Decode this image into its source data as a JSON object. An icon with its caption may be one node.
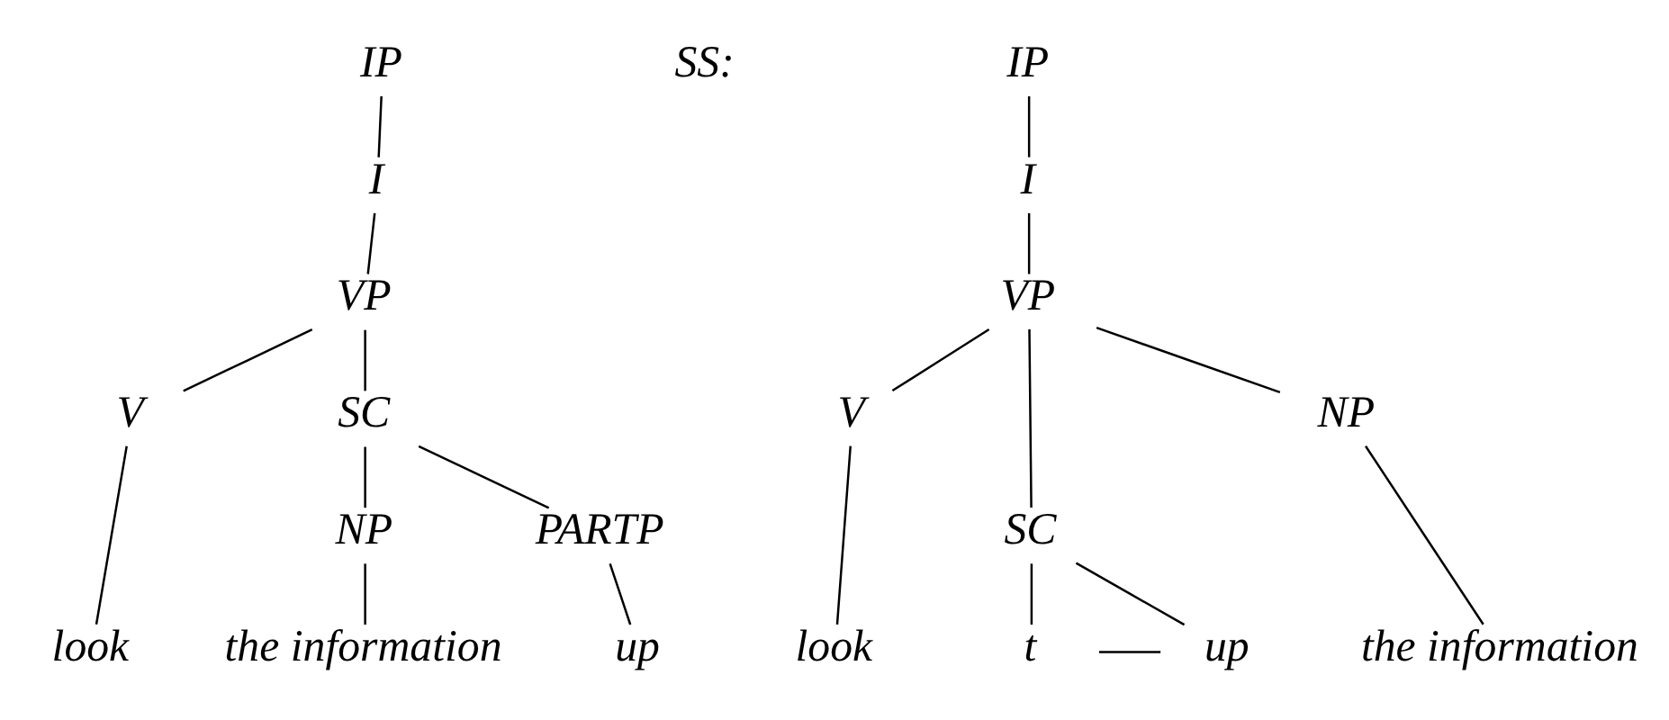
{
  "diagram": {
    "nodes": [
      {
        "text": [
          "IP"
        ]
      },
      {
        "text": [
          "I"
        ]
      },
      {
        "text": [
          "VP"
        ]
      },
      {
        "text": [
          "V"
        ]
      },
      {
        "text": [
          "SC"
        ]
      },
      {
        "text": [
          "NP"
        ]
      },
      {
        "text": [
          "PARTP"
        ]
      },
      {
        "text": [
          "look"
        ]
      },
      {
        "text": [
          "the information"
        ]
      },
      {
        "text": [
          "up"
        ]
      },
      {
        "text": [
          "IP"
        ]
      },
      {
        "text": [
          "I"
        ]
      },
      {
        "text": [
          "VP"
        ]
      },
      {
        "text": [
          "V"
        ]
      },
      {
        "text": [
          "SC"
        ]
      },
      {
        "text": [
          "NP"
        ]
      },
      {
        "text": [
          "look"
        ]
      },
      {
        "text": [
          "t"
        ]
      },
      {
        "text": [
          "up"
        ]
      },
      {
        "text": [
          "the information"
        ]
      }
    ],
    "edges": [
      {
        "from": 0,
        "to": 1,
        "arrow": "none"
      },
      {
        "from": 1,
        "to": 2,
        "arrow": "none"
      },
      {
        "from": 2,
        "to": 3,
        "arrow": "none"
      },
      {
        "from": 2,
        "to": 4,
        "arrow": "none"
      },
      {
        "from": 4,
        "to": 5,
        "arrow": "none"
      },
      {
        "from": 4,
        "to": 6,
        "arrow": "none"
      },
      {
        "from": 3,
        "to": 7,
        "arrow": "none"
      },
      {
        "from": 5,
        "to": 8,
        "arrow": "none"
      },
      {
        "from": 6,
        "to": 9,
        "arrow": "none"
      },
      {
        "from": 10,
        "to": 11,
        "arrow": "none"
      },
      {
        "from": 11,
        "to": 12,
        "arrow": "none"
      },
      {
        "from": 12,
        "to": 13,
        "arrow": "none"
      },
      {
        "from": 12,
        "to": 14,
        "arrow": "none"
      },
      {
        "from": 12,
        "to": 15,
        "arrow": "none"
      },
      {
        "from": 13,
        "to": 16,
        "arrow": "none"
      },
      {
        "from": 14,
        "to": 17,
        "arrow": "none"
      },
      {
        "from": 14,
        "to": 18,
        "arrow": "none"
      },
      {
        "from": 17,
        "to": 18,
        "arrow": "none"
      },
      {
        "from": 15,
        "to": 19,
        "arrow": "none"
      }
    ],
    "labels": [
      "SS:"
    ]
  }
}
